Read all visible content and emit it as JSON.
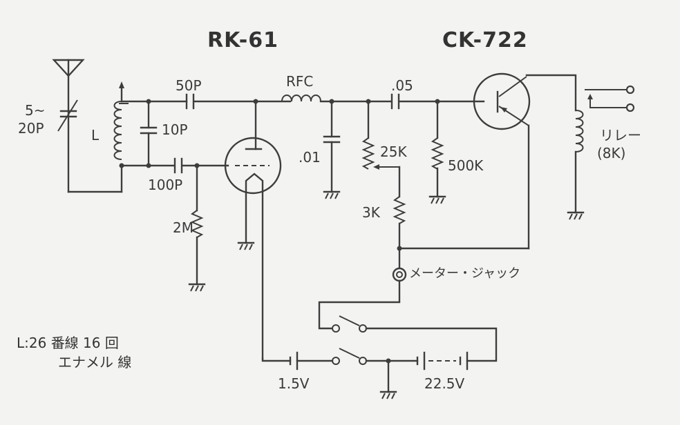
{
  "titles": {
    "tube": "RK-61",
    "transistor": "CK-722"
  },
  "labels": {
    "trimmer_cap": [
      "5~",
      "20P"
    ],
    "coil": "L",
    "cap_50p": "50P",
    "cap_10p": "10P",
    "cap_100p": "100P",
    "res_2m": "2M",
    "rfc": "RFC",
    "cap_01": ".01",
    "cap_05": ".05",
    "pot_25k": "25K",
    "res_3k": "3K",
    "res_500k": "500K",
    "relay": [
      "リレー",
      "(8K)"
    ],
    "meter_jack": "メーター・ジャック",
    "battery_a": "1.5V",
    "battery_b": "22.5V"
  },
  "notes": {
    "coil_line1": "L:26 番線  16 回",
    "coil_line2": "エナメル 線"
  }
}
